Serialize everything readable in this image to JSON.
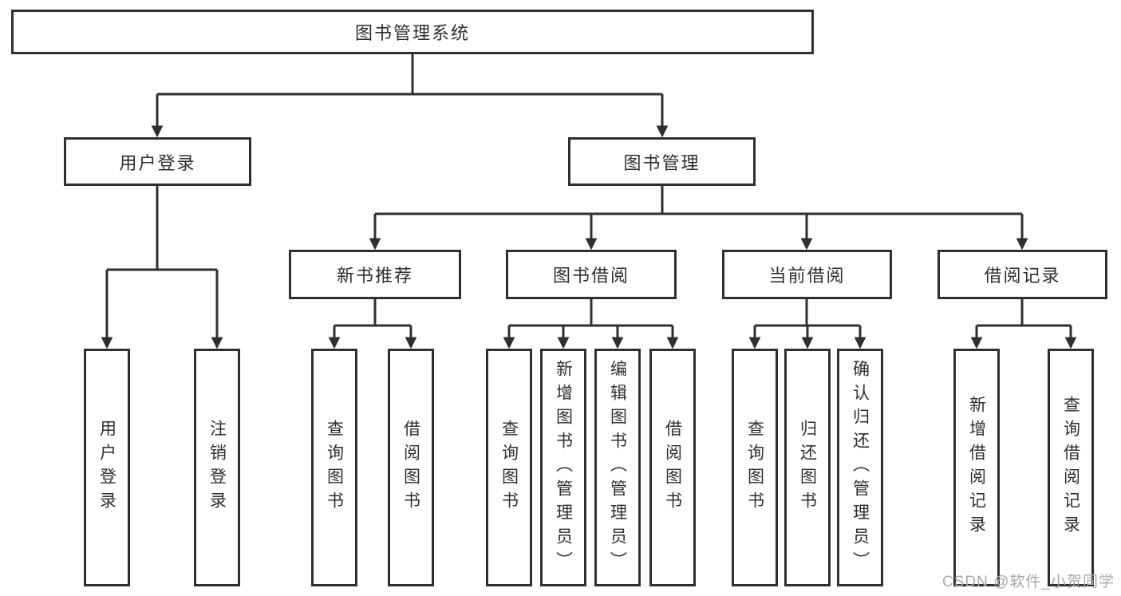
{
  "tree": {
    "root": {
      "label": "图书管理系统"
    },
    "branches": [
      {
        "label": "用户登录",
        "children": [
          {
            "label": "用户登录"
          },
          {
            "label": "注销登录"
          }
        ]
      },
      {
        "label": "图书管理",
        "children": [
          {
            "label": "新书推荐",
            "children": [
              {
                "label": "查询图书"
              },
              {
                "label": "借阅图书"
              }
            ]
          },
          {
            "label": "图书借阅",
            "children": [
              {
                "label": "查询图书"
              },
              {
                "label": "新增图书（管理员）"
              },
              {
                "label": "编辑图书（管理员）"
              },
              {
                "label": "借阅图书"
              }
            ]
          },
          {
            "label": "当前借阅",
            "children": [
              {
                "label": "查询图书"
              },
              {
                "label": "归还图书"
              },
              {
                "label": "确认归还（管理员）"
              }
            ]
          },
          {
            "label": "借阅记录",
            "children": [
              {
                "label": "新增借阅记录"
              },
              {
                "label": "查询借阅记录"
              }
            ]
          }
        ]
      }
    ]
  },
  "watermark": {
    "text": "CSDN @软件_小贺同学"
  },
  "colors": {
    "line": "#2f2f2f",
    "box_border": "#2f2f2f",
    "text": "#2e2e2e",
    "watermark": "#a8a8a8",
    "background": "#ffffff"
  }
}
